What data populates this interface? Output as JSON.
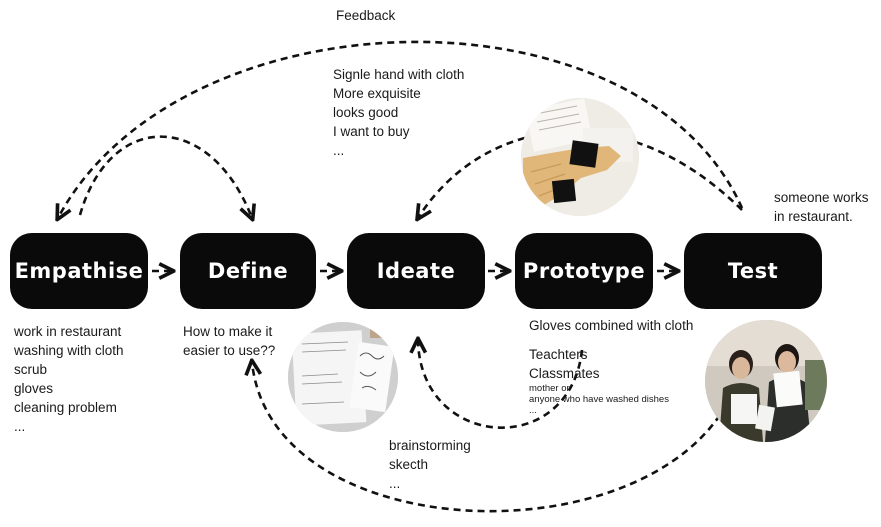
{
  "feedback_label": "Feedback",
  "stages": [
    {
      "name": "empathise",
      "label": "Empathise"
    },
    {
      "name": "define",
      "label": "Define"
    },
    {
      "name": "ideate",
      "label": "Ideate"
    },
    {
      "name": "prototype",
      "label": "Prototype"
    },
    {
      "name": "test",
      "label": "Test"
    }
  ],
  "ideate_notes": [
    "Signle hand with cloth",
    "More exquisite",
    "looks good",
    "I want to buy",
    "..."
  ],
  "test_notes": [
    "someone works",
    "in restaurant."
  ],
  "empathise_notes": [
    "work in restaurant",
    "washing with cloth",
    "scrub",
    "gloves",
    "cleaning problem",
    "..."
  ],
  "define_notes": [
    "How to make it",
    "easier to use??"
  ],
  "prototype_notes": {
    "main": "Gloves combined with cloth",
    "people": [
      "Teachters",
      "Classmates"
    ],
    "small": [
      "mother or",
      "anyone who have washed dishes",
      "..."
    ]
  },
  "brainstorm_notes": [
    "brainstorming",
    "skecth",
    "..."
  ],
  "colors": {
    "stage_fill": "#0a0a0a",
    "stage_text": "#ffffff",
    "arrow": "#111111"
  }
}
